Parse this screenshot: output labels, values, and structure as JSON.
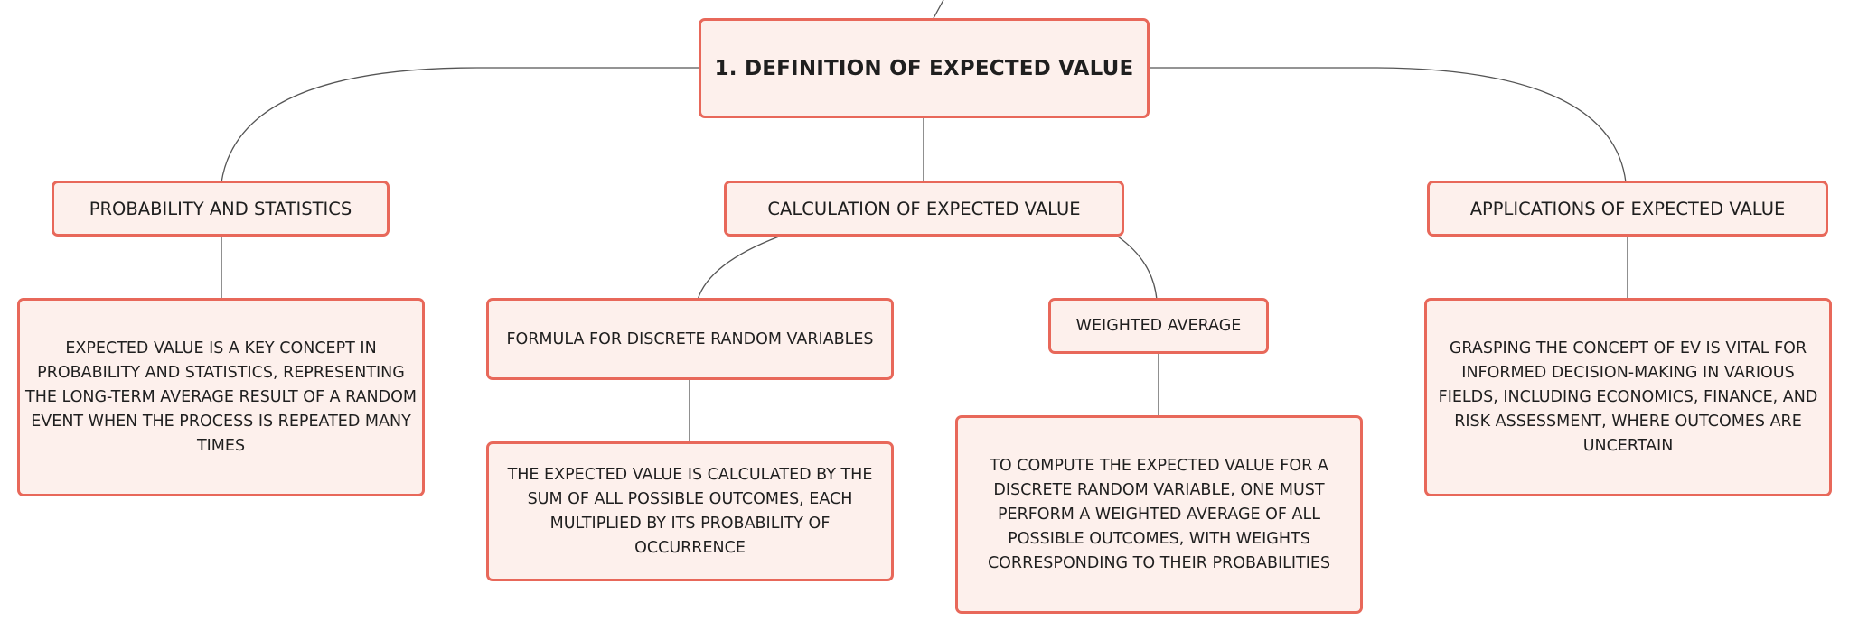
{
  "diagram": {
    "root": {
      "label": "1. Definition of Expected Value"
    },
    "branches": {
      "probability": {
        "label": "Probability and Statistics",
        "detail": "Expected value is a key concept in probability and statistics, representing the long-term average result of a random event when the process is repeated many times"
      },
      "calculation": {
        "label": "Calculation of Expected Value",
        "formula": {
          "label": "Formula for Discrete Random Variables",
          "detail": "The expected value is calculated by the sum of all possible outcomes, each multiplied by its probability of occurrence"
        },
        "weighted": {
          "label": "Weighted Average",
          "detail": "To compute the expected value for a discrete random variable, one must perform a weighted average of all possible outcomes, with weights corresponding to their probabilities"
        }
      },
      "applications": {
        "label": "Applications of Expected Value",
        "detail": "Grasping the concept of EV is vital for informed decision-making in various fields, including economics, finance, and risk assessment, where outcomes are uncertain"
      }
    }
  },
  "colors": {
    "node_fill": "#fdf0ec",
    "node_border": "#e8685a",
    "connector": "#555555",
    "text": "#1f1f1f"
  }
}
